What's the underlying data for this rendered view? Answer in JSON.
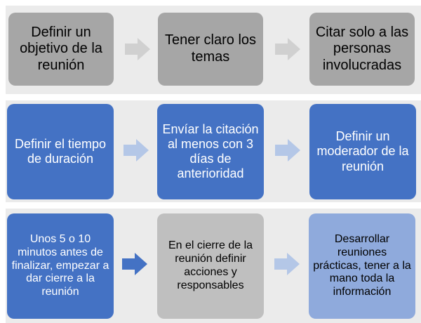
{
  "colors": {
    "band": "#ebebeb",
    "gray_box": "#a6a6a6",
    "blue_box": "#4472c4",
    "light_gray_box": "#bfbfbf",
    "light_blue_box": "#8faadc",
    "arrow_gray": "#d0d0d0",
    "arrow_light_blue": "#b4c7e7",
    "arrow_blue": "#4472c4"
  },
  "rows": [
    {
      "boxes": [
        {
          "text": "Definir un objetivo de la reunión"
        },
        {
          "text": "Tener claro los temas"
        },
        {
          "text": "Citar solo a las personas involucradas"
        }
      ]
    },
    {
      "boxes": [
        {
          "text": "Definir el tiempo de duración"
        },
        {
          "text": "Envíar la citación al menos con 3 días de anterioridad"
        },
        {
          "text": "Definir un moderador de la reunión"
        }
      ]
    },
    {
      "boxes": [
        {
          "text": "Unos 5 o 10 minutos antes de finalizar, empezar a dar cierre a la reunión"
        },
        {
          "text": "En el cierre de la reunión definir acciones y responsables"
        },
        {
          "text": "Desarrollar reuniones prácticas, tener a la mano toda la información"
        }
      ]
    }
  ]
}
